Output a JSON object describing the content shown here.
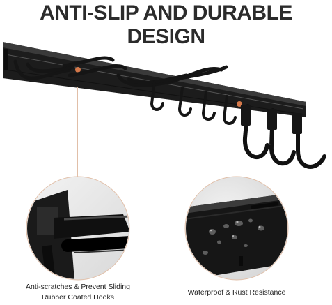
{
  "headline": "ANTI-SLIP AND DURABLE DESIGN",
  "features": [
    {
      "lines": [
        "Anti-scratches & Prevent Sliding",
        "Rubber Coated Hooks"
      ]
    },
    {
      "lines": [
        "Waterproof & Rust Resistance"
      ]
    }
  ],
  "colors": {
    "rail": "#1e1e1e",
    "accent_dot": "#d4784a",
    "callout": "#e1bfa8",
    "text": "#2b2b2b"
  }
}
